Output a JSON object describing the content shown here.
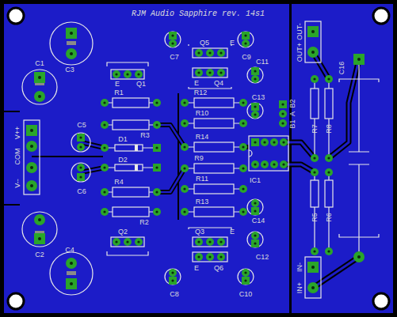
{
  "diagram": {
    "title": "RJM Audio Sapphire rev. 14s1",
    "labels": [
      "C1",
      "C3",
      "C2",
      "C4",
      "V++",
      "COM",
      "V--",
      "C5",
      "C6",
      "E",
      "Q1",
      "R1",
      "R3",
      "D1",
      "D2",
      "R4",
      "R2",
      "Q2",
      "C7",
      "Q5",
      "E",
      "C9",
      "E",
      "Q4",
      "C11",
      "R12",
      "C13",
      "R10",
      "R14",
      "R9",
      "R11",
      "R13",
      "C14",
      "C12",
      "Q3",
      "E",
      "Q6",
      "E",
      "C8",
      "C10",
      "IC1",
      "B1",
      "A",
      "B2",
      "OUT+",
      "OUT-",
      "R7",
      "R8",
      "C16",
      "R5",
      "R6",
      "IN-",
      "IN+"
    ]
  }
}
